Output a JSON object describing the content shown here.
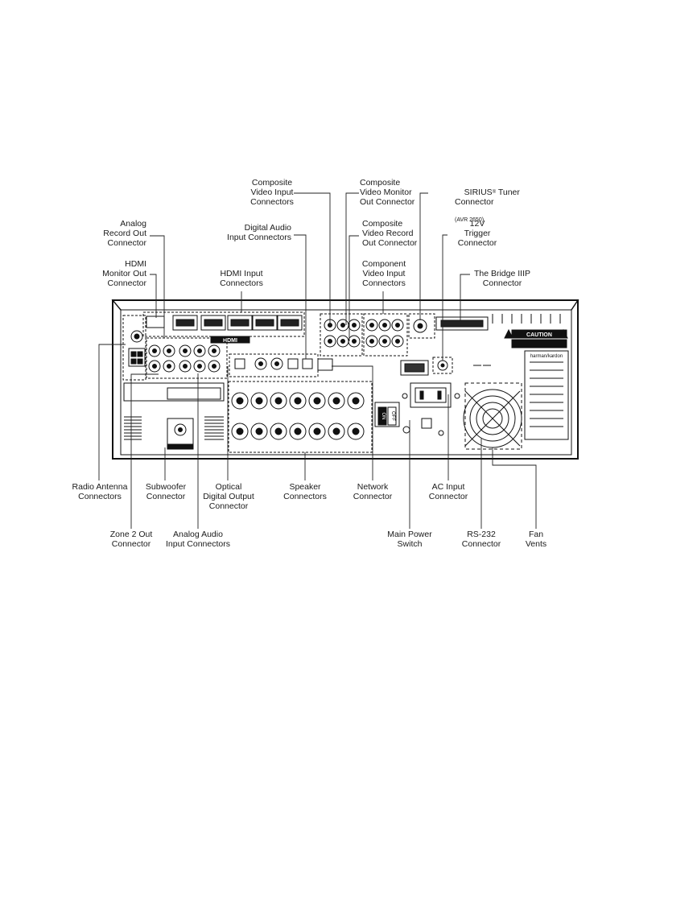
{
  "diagram": {
    "labels": {
      "composite_video_input": "Composite\nVideo Input\nConnectors",
      "composite_video_monitor_out": "Composite\nVideo Monitor\nOut Connector",
      "sirius_tuner": "SIRIUS",
      "sirius_reg": "®",
      "sirius_tuner_rest": " Tuner\nConnector",
      "sirius_model_note": "(AVR 2650)",
      "analog_record_out": "Analog\nRecord Out\nConnector",
      "digital_audio_input": "Digital Audio\nInput Connectors",
      "composite_video_record_out": "Composite\nVideo Record\nOut Connector",
      "trigger_12v": "12V\nTrigger\nConnector",
      "hdmi_monitor_out": "HDMI\nMonitor Out\nConnector",
      "hdmi_input": "HDMI Input\nConnectors",
      "component_video_input": "Component\nVideo Input\nConnectors",
      "bridge_iiip": "The Bridge IIIP\nConnector",
      "radio_antenna": "Radio Antenna\nConnectors",
      "subwoofer": "Subwoofer\nConnector",
      "optical_digital_output": "Optical\nDigital Output\nConnector",
      "speaker": "Speaker\nConnectors",
      "network": "Network\nConnector",
      "ac_input": "AC Input\nConnector",
      "zone2_out": "Zone 2 Out\nConnector",
      "analog_audio_input": "Analog Audio\nInput Connectors",
      "main_power_switch": "Main Power\nSwitch",
      "rs232": "RS-232\nConnector",
      "fan_vents": "Fan\nVents"
    },
    "panel": {
      "hdmi_word": "HDMI",
      "caution": "CAUTION",
      "brand": "harman/kardon",
      "power_on": "ON",
      "power_off": "OFF"
    }
  }
}
